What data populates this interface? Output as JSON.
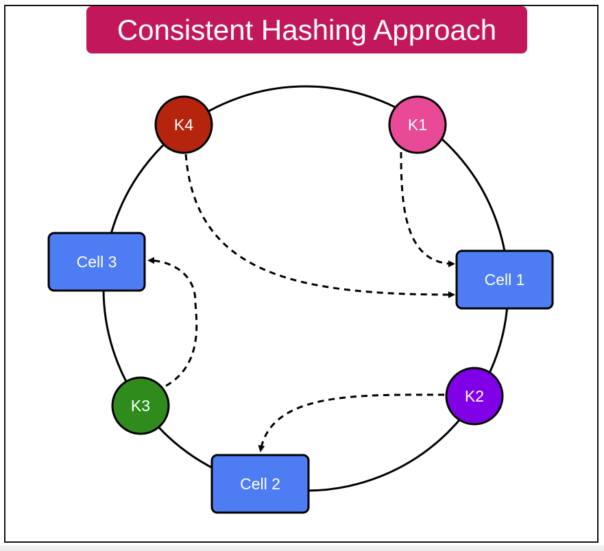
{
  "title": "Consistent Hashing Approach",
  "colors": {
    "title_bg": "#c2185b",
    "cell_fill": "#4d7cf3",
    "ring": "#000000",
    "k1": "#e84a98",
    "k2": "#8000e8",
    "k3": "#2e8b1c",
    "k4": "#b5250e"
  },
  "cells": {
    "cell1": "Cell 1",
    "cell2": "Cell 2",
    "cell3": "Cell 3"
  },
  "keys": {
    "k1": "K1",
    "k2": "K2",
    "k3": "K3",
    "k4": "K4"
  },
  "mappings": [
    {
      "from": "K1",
      "to": "Cell 1"
    },
    {
      "from": "K4",
      "to": "Cell 1"
    },
    {
      "from": "K3",
      "to": "Cell 3"
    },
    {
      "from": "K2",
      "to": "Cell 2"
    }
  ]
}
